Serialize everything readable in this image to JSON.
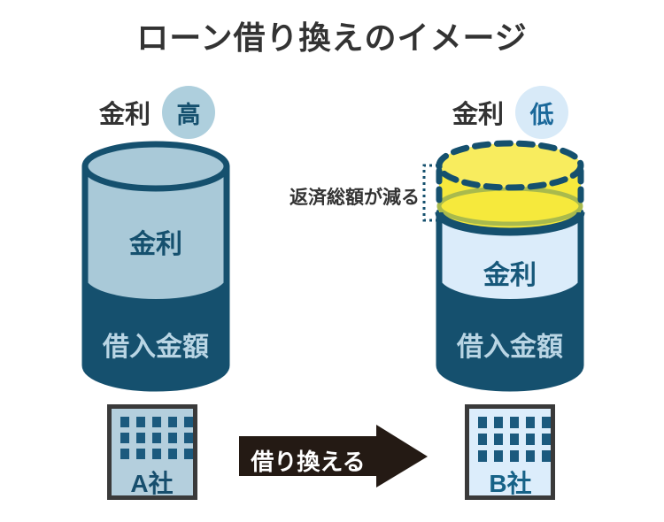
{
  "title": "ローン借り換えのイメージ",
  "left": {
    "rate_label": "金利",
    "rate_badge": "高",
    "interest_label": "金利",
    "principal_label": "借入金額",
    "company": "A社"
  },
  "right": {
    "rate_label": "金利",
    "rate_badge": "低",
    "interest_label": "金利",
    "principal_label": "借入金額",
    "company": "B社",
    "savings_label": "返済総額が減る"
  },
  "arrow_label": "借り換える",
  "colors": {
    "bg": "#ffffff",
    "ink": "#333333",
    "navy": "#15506e",
    "cylLightL": "#a9c9d8",
    "cylLightR": "#dbecfa",
    "yellow": "#f6e93c",
    "yellowTop": "#f8ec5e",
    "olive": "#a9ba4d",
    "badgeHighBg": "#aecfdd",
    "badgeLowBg": "#d8eaf8",
    "badgeLowText": "#1a689a",
    "interestRText": "#17587a",
    "principalText": "#b9d5e4",
    "buildingBorder": "#3a3a3a",
    "buildingAFill": "#b4cfdd",
    "buildingBFill": "#dcedfb",
    "windowColor": "#1b5a7e",
    "companyAText": "#174e6d",
    "companyBText": "#176287",
    "arrowBlack": "#241a14"
  }
}
